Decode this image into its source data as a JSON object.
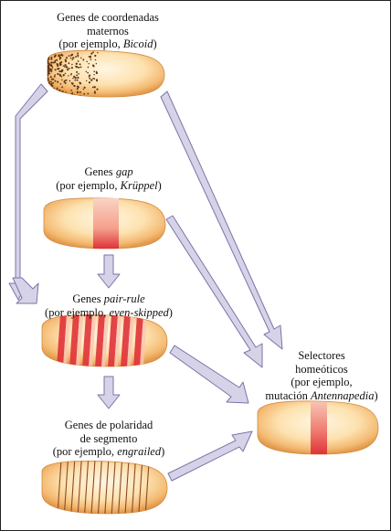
{
  "stages": {
    "maternal": {
      "line1": "Genes de coordenadas",
      "line2": "maternos",
      "line3_prefix": "(por ejemplo, ",
      "line3_gene": "Bicoid",
      "line3_suffix": ")"
    },
    "gap": {
      "line1_prefix": "Genes ",
      "line1_gene": "gap",
      "line2_prefix": "(por ejemplo, ",
      "line2_gene": "Krüppel",
      "line2_suffix": ")"
    },
    "pair_rule": {
      "line1_prefix": "Genes ",
      "line1_gene": "pair-rule",
      "line2_prefix": "(por ejemplo, ",
      "line2_gene": "even-skipped",
      "line2_suffix": ")"
    },
    "segment_polarity": {
      "line1": "Genes de polaridad",
      "line2": "de segmento",
      "line3_prefix": "(por ejemplo, ",
      "line3_gene": "engrailed",
      "line3_suffix": ")"
    },
    "homeotic": {
      "line1": "Selectores",
      "line2": "homeóticos",
      "line3": "(por ejemplo,",
      "line4_prefix": "mutación ",
      "line4_gene": "Antennapedia",
      "line4_suffix": ")"
    }
  },
  "colors": {
    "arrow_fill": "#d6d3e8",
    "arrow_stroke": "#7a74a8",
    "embryo_light": "#fff4dc",
    "embryo_mid": "#fbd79a",
    "embryo_edge": "#e9a85a",
    "stripe_red": "#e0323a",
    "stripe_pale": "#f8c6b4",
    "dots": "#5a3418"
  }
}
